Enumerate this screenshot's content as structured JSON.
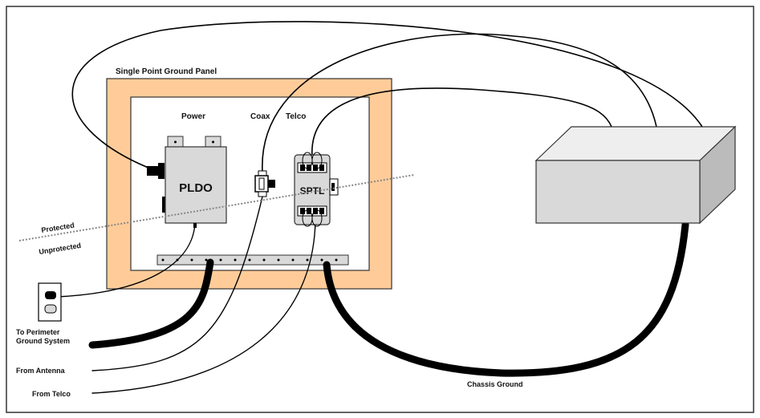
{
  "panel": {
    "title": "Single Point Ground Panel"
  },
  "columns": {
    "power": "Power",
    "coax": "Coax",
    "telco": "Telco"
  },
  "devices": {
    "pldo": "PLDO",
    "sptl": "SPTL"
  },
  "boundary": {
    "protected": "Protected",
    "unprotected": "Unprotected"
  },
  "cables": {
    "perimeter_line1": "To Perimeter",
    "perimeter_line2": "Ground System",
    "antenna": "From Antenna",
    "telco": "From Telco",
    "chassis": "Chassis Ground"
  },
  "colors": {
    "panel_fill": "#ffcc99",
    "device_fill": "#d9d9d9",
    "boundary": "#888888"
  }
}
